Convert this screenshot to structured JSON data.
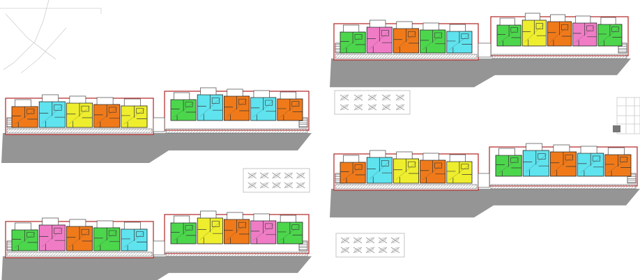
{
  "plan": {
    "unit_colors": {
      "orange": "#f07a1a",
      "cyan": "#5fe3ee",
      "yellow": "#eeee2e",
      "green": "#4cd64c",
      "pink": "#f07cc6"
    },
    "outline_color": "#b22222",
    "shadow_color": "#8a8a8a",
    "blocks": [
      {
        "id": "block-top-right",
        "left_wing": [
          "green",
          "pink",
          "orange",
          "green",
          "cyan"
        ],
        "right_wing": [
          "green",
          "yellow",
          "orange",
          "pink",
          "green"
        ]
      },
      {
        "id": "block-middle-left",
        "left_wing": [
          "orange",
          "cyan",
          "yellow",
          "orange",
          "yellow"
        ],
        "right_wing": [
          "green",
          "cyan",
          "orange",
          "cyan",
          "orange"
        ]
      },
      {
        "id": "block-middle-right",
        "left_wing": [
          "orange",
          "cyan",
          "yellow",
          "orange",
          "yellow"
        ],
        "right_wing": [
          "green",
          "cyan",
          "orange",
          "cyan",
          "orange"
        ]
      },
      {
        "id": "block-bottom-left",
        "left_wing": [
          "green",
          "pink",
          "orange",
          "green",
          "cyan"
        ],
        "right_wing": [
          "green",
          "yellow",
          "orange",
          "pink",
          "green"
        ]
      }
    ],
    "parking_lots": [
      "parking-top",
      "parking-middle",
      "parking-bottom"
    ]
  }
}
